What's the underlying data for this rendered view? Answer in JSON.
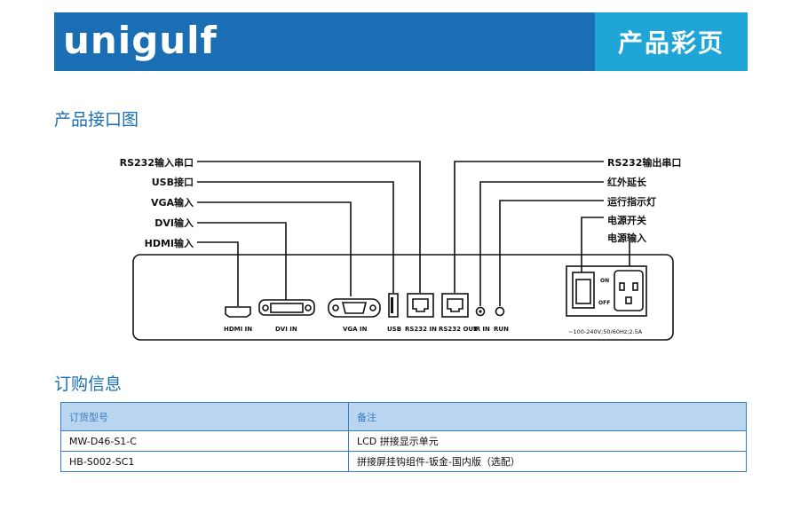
{
  "header": {
    "logo": "unigulf",
    "badge": "产品彩页"
  },
  "interface_section": {
    "title": "产品接口图"
  },
  "diagram": {
    "left_labels": [
      "RS232输入串口",
      "USB接口",
      "VGA输入",
      "DVI输入",
      "HDMI输入"
    ],
    "right_labels": [
      "RS232输出串口",
      "红外延长",
      "运行指示灯",
      "电源开关",
      "电源输入"
    ],
    "port_labels": [
      "HDMI IN",
      "DVI IN",
      "VGA IN",
      "USB",
      "RS232 IN",
      "RS232 OUT",
      "IR IN",
      "RUN"
    ],
    "switch_on": "ON",
    "switch_off": "OFF",
    "power_spec": "~100-240V;50/60Hz;2.5A"
  },
  "order_section": {
    "title": "订购信息",
    "columns": [
      "订货型号",
      "备注"
    ],
    "rows": [
      [
        "MW-D46-S1-C",
        "LCD 拼接显示单元"
      ],
      [
        "HB-S002-SC1",
        "拼接屏挂钩组件-钣金-国内版（选配）"
      ]
    ]
  }
}
